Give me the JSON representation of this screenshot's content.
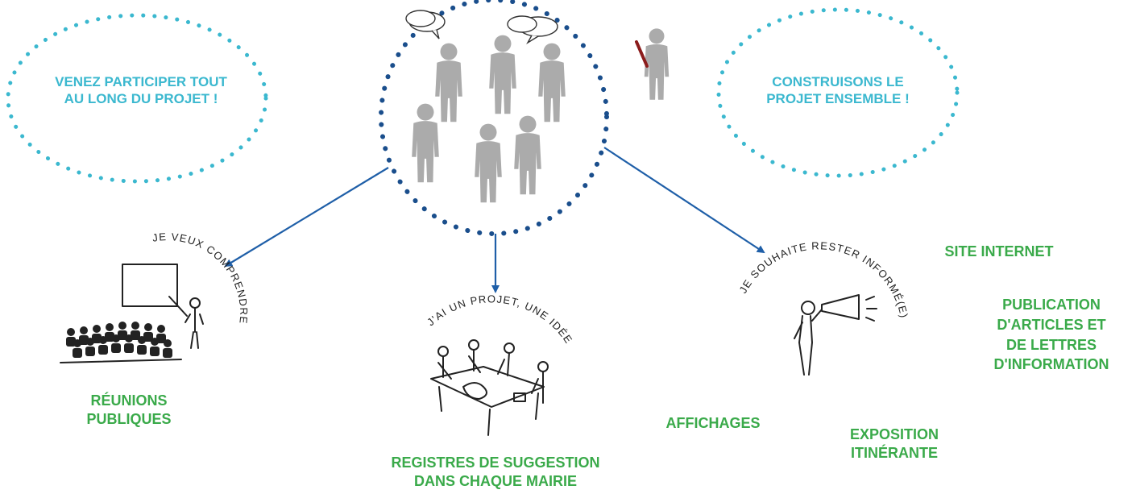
{
  "bubbles": {
    "left": "VENEZ PARTICIPER TOUT\nAU LONG DU PROJET !",
    "right": "CONSTRUISONS LE\nPROJET ENSEMBLE !"
  },
  "arc_texts": {
    "comprendre": "JE VEUX COMPRENDRE",
    "projet": "J'AI UN PROJET, UNE IDÉE",
    "informe": "JE SOUHAITE RESTER INFORMÉ(E)"
  },
  "labels": {
    "reunions": "RÉUNIONS\nPUBLIQUES",
    "registres": "REGISTRES DE SUGGESTION\nDANS CHAQUE MAIRIE",
    "affichages": "AFFICHAGES",
    "exposition": "EXPOSITION\nITINÉRANTE",
    "site": "SITE INTERNET",
    "publication": "PUBLICATION\nD'ARTICLES ET\nDE LETTRES\nD'INFORMATION"
  },
  "colors": {
    "green": "#3aaa4a",
    "cyan": "#3bb8cf",
    "navy": "#1a4e8c",
    "arrow": "#1f5fa8",
    "person": "#ababab"
  }
}
